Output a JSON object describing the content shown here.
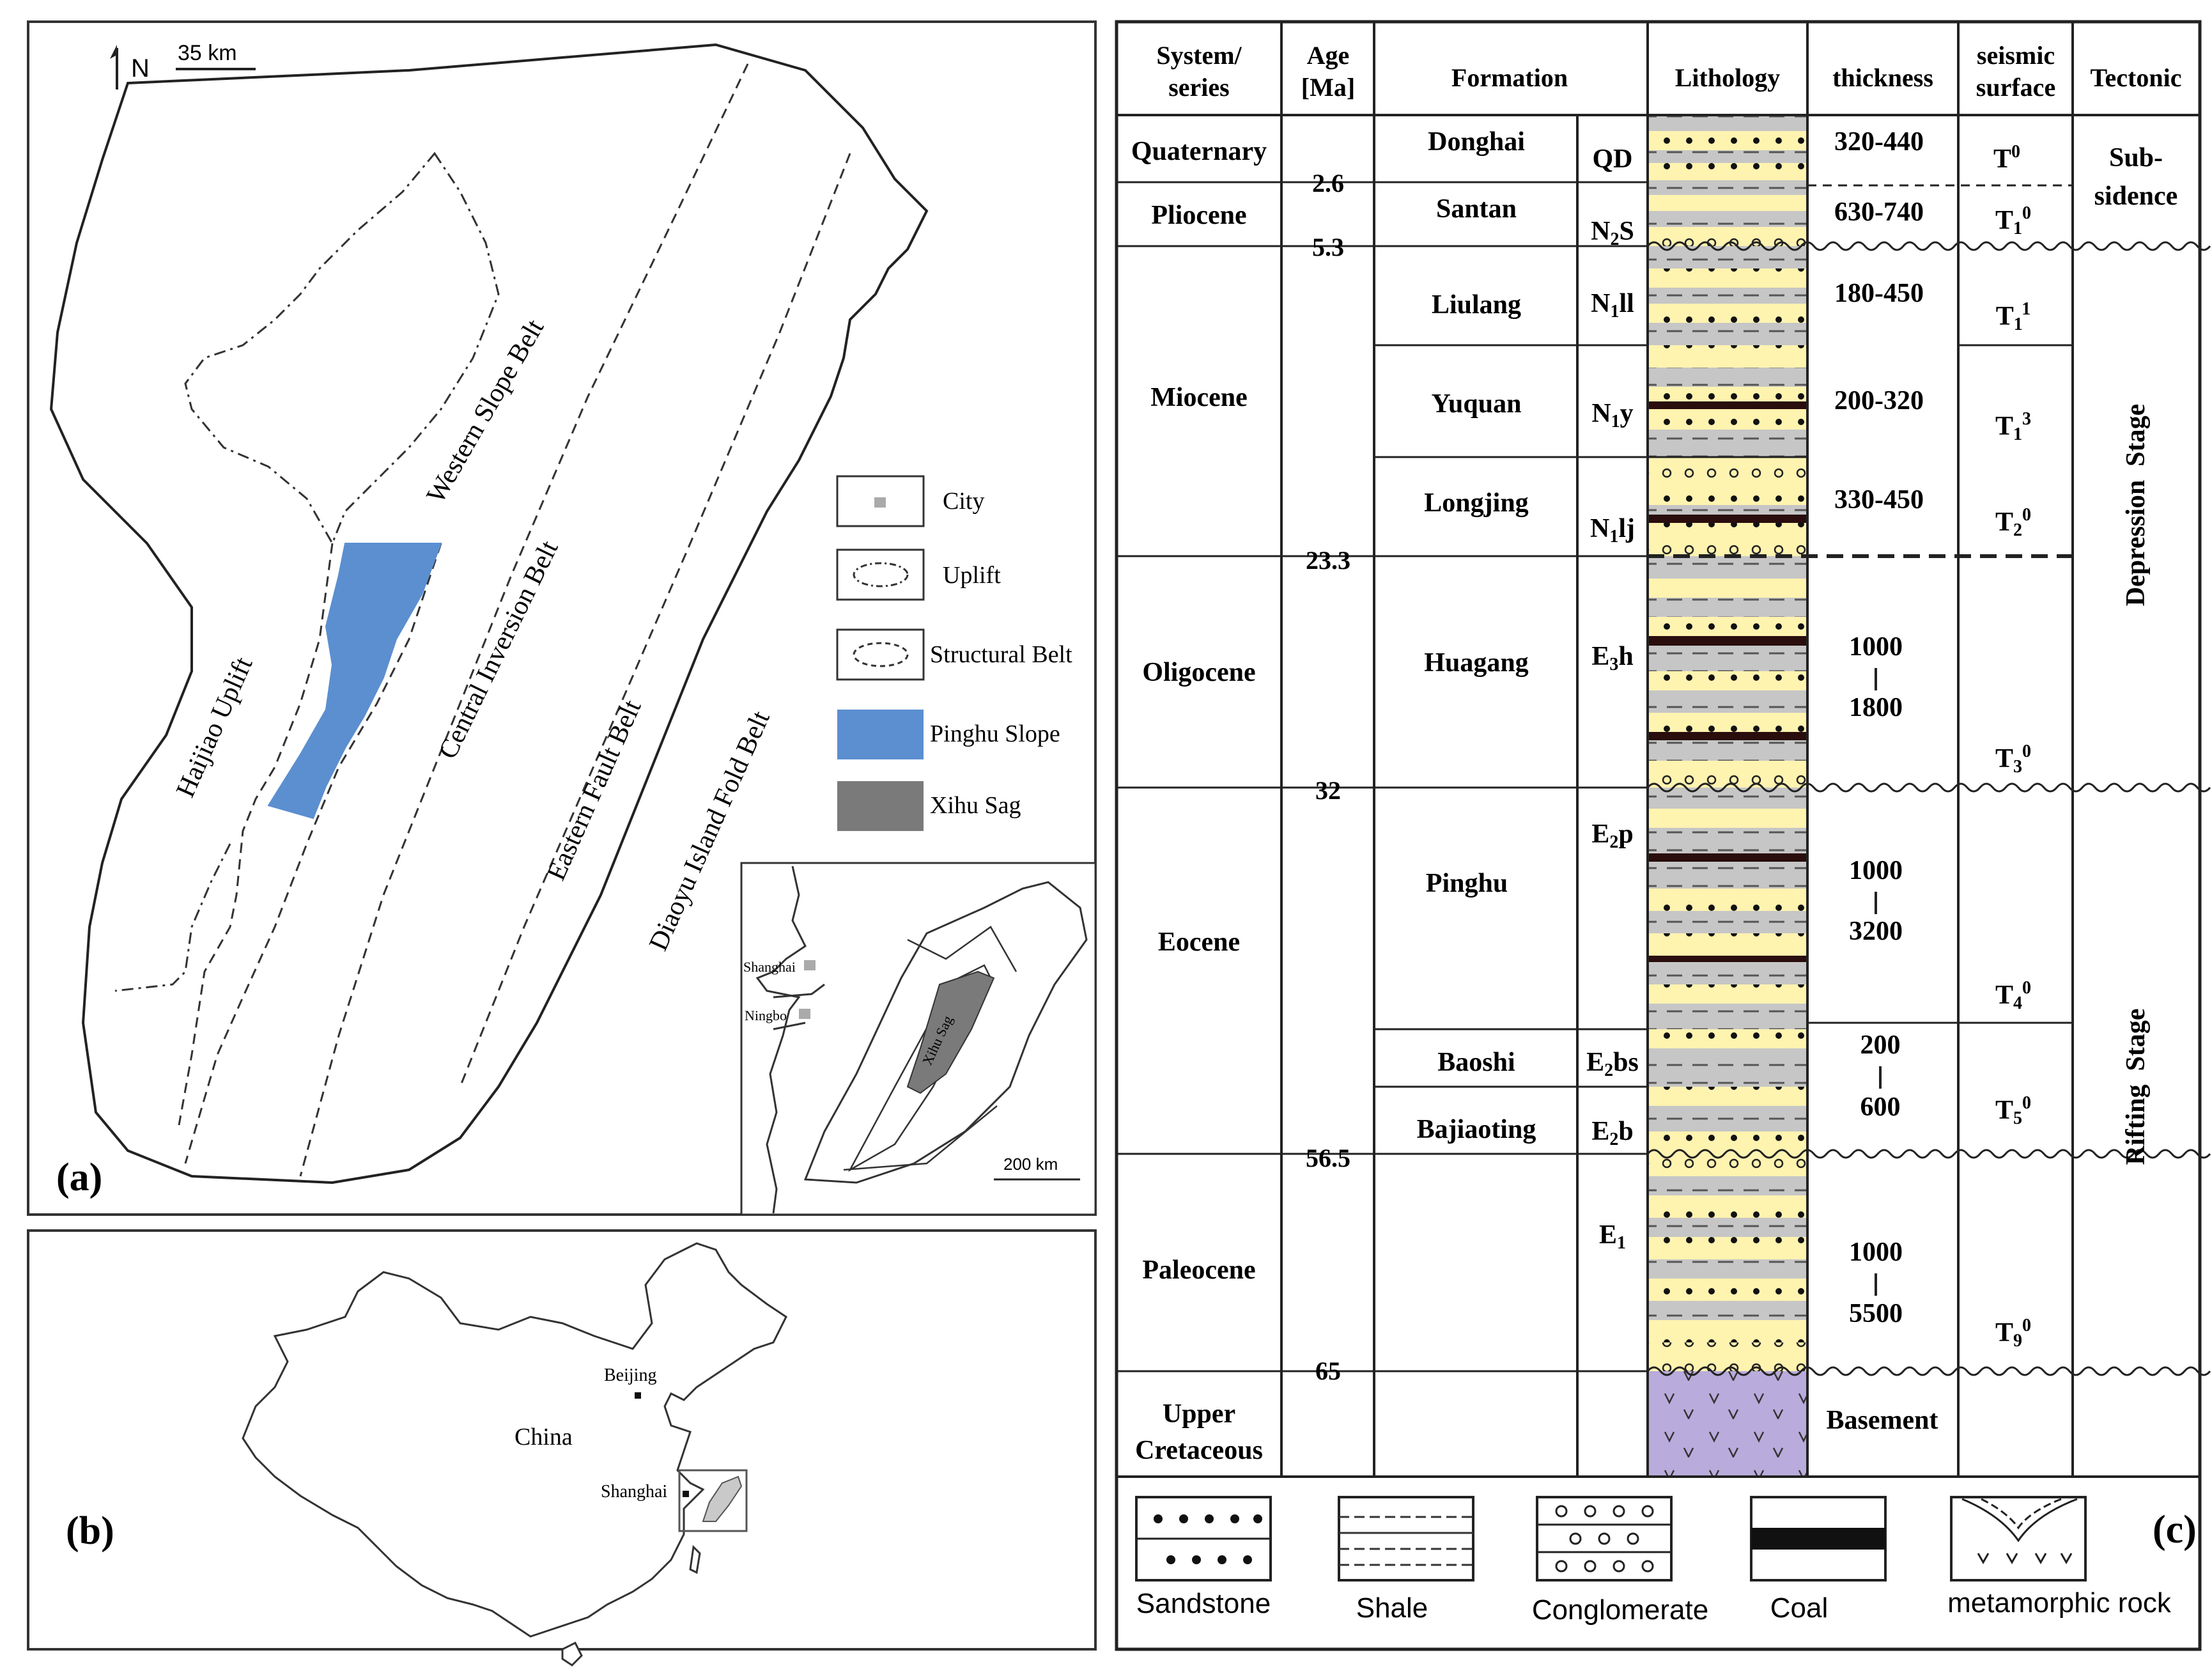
{
  "panel_a": {
    "north": "N",
    "scale": "35 km",
    "label": "(a)",
    "belts": {
      "western_slope": "Western Slope Belt",
      "central_inversion": "Central Inversion Belt",
      "haijiao": "Haijiao Uplift",
      "eastern_fault": "Eastern Fault Belt",
      "diaoyu": "Diaoyu Island Fold Belt"
    },
    "legend": [
      {
        "label": "City"
      },
      {
        "label": "Uplift"
      },
      {
        "label": "Structural Belt"
      },
      {
        "label": "Pinghu Slope",
        "color": "#5b8fd0"
      },
      {
        "label": "Xihu Sag",
        "color": "#7a7a7a"
      }
    ],
    "inset": {
      "shanghai": "Shanghai",
      "ningbo": "Ningbo",
      "sag": "Xihu Sag",
      "scale": "200 km"
    }
  },
  "panel_b": {
    "label": "(b)",
    "country": "China",
    "beijing": "Beijing",
    "shanghai": "Shanghai"
  },
  "panel_c": {
    "label": "(c)",
    "headers": {
      "system1": "System/",
      "system2": "series",
      "age1": "Age",
      "age2": "[Ma]",
      "formation": "Formation",
      "lithology": "Lithology",
      "thickness": "thickness",
      "seismic1": "seismic",
      "seismic2": "surface",
      "tectonic": "Tectonic"
    },
    "series": [
      "Quaternary",
      "Pliocene",
      "Miocene",
      "Oligocene",
      "Eocene",
      "Paleocene",
      "Upper",
      "Cretaceous"
    ],
    "ages": [
      "2.6",
      "5.3",
      "23.3",
      "32",
      "56.5",
      "65"
    ],
    "formations": [
      "Donghai",
      "Santan",
      "Liulang",
      "Yuquan",
      "Longjing",
      "Huagang",
      "Pinghu",
      "Baoshi",
      "Bajiaoting"
    ],
    "codes": {
      "qd": "QD",
      "n2s_a": "N",
      "n2s_b": "2",
      "n2s_c": "S",
      "n1ll_a": "N",
      "n1ll_b": "1",
      "n1ll_c": "ll",
      "n1y_a": "N",
      "n1y_b": "1",
      "n1y_c": "y",
      "n1lj_a": "N",
      "n1lj_b": "1",
      "n1lj_c": "lj",
      "e3h_a": "E",
      "e3h_b": "3",
      "e3h_c": "h",
      "e2p_a": "E",
      "e2p_b": "2",
      "e2p_c": "p",
      "e2bs_a": "E",
      "e2bs_b": "2",
      "e2bs_c": "bs",
      "e2b_a": "E",
      "e2b_b": "2",
      "e2b_c": "b",
      "e1_a": "E",
      "e1_b": "1"
    },
    "thickness": {
      "donghai": "320-440",
      "santan": "630-740",
      "liulang": "180-450",
      "yuquan": "200-320",
      "longjing": "330-450",
      "huagang_a": "1000",
      "huagang_b": "1800",
      "pinghu_a": "1000",
      "pinghu_b": "3200",
      "baoshi_a": "200",
      "baoshi_b": "600",
      "paleo_a": "1000",
      "paleo_b": "5500",
      "basement": "Basement"
    },
    "seismic": {
      "t0_a": "T",
      "t0_b": "0",
      "t10_a": "T",
      "t10_b": "1",
      "t10_c": "0",
      "t11_a": "T",
      "t11_b": "1",
      "t11_c": "1",
      "t13_a": "T",
      "t13_b": "1",
      "t13_c": "3",
      "t20_a": "T",
      "t20_b": "2",
      "t20_c": "0",
      "t30_a": "T",
      "t30_b": "3",
      "t30_c": "0",
      "t40_a": "T",
      "t40_b": "4",
      "t40_c": "0",
      "t50_a": "T",
      "t50_b": "5",
      "t50_c": "0",
      "t90_a": "T",
      "t90_b": "9",
      "t90_c": "0"
    },
    "tectonic": {
      "sub1": "Sub-",
      "sub2": "sidence",
      "depression": "Depression  Stage",
      "rifting": "Rifting  Stage"
    },
    "legend": [
      "Sandstone",
      "Shale",
      "Conglomerate",
      "Coal",
      "metamorphic rock"
    ]
  },
  "colors": {
    "sandstone": "#fff3b0",
    "shale": "#c6c6c6",
    "coal": "#2a0d0d",
    "metamorphic": "#b9abdb",
    "pinghu": "#5b8fd0",
    "xihu": "#7a7a7a"
  }
}
